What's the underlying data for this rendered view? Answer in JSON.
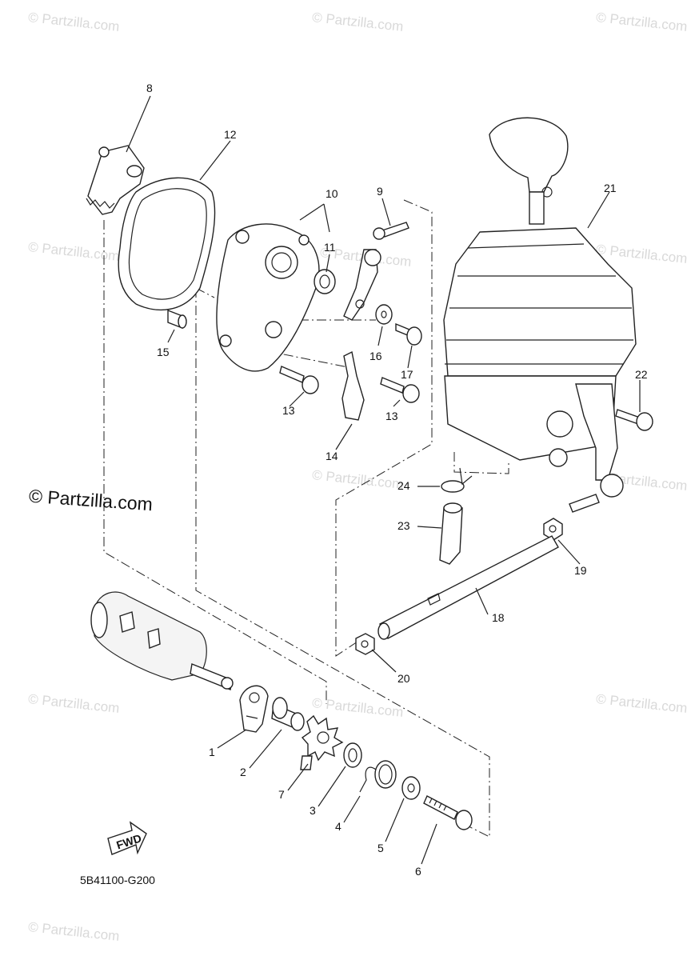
{
  "watermarks": [
    "© Partzilla.com",
    "© Partzilla.com",
    "© Partzilla.com",
    "© Partzilla.com",
    "© Partzilla.com",
    "© Partzilla.com",
    "© Partzilla.com",
    "© Partzilla.com",
    "© Partzilla.com",
    "© Partzilla.com",
    "© Partzilla.com",
    "© Partzilla.com"
  ],
  "brand_watermark": "© Partzilla.com",
  "diagram_code": "5B41100-G200",
  "fwd_label": "FWD",
  "callouts": {
    "c1": "1",
    "c2": "2",
    "c3": "3",
    "c4": "4",
    "c5": "5",
    "c6": "6",
    "c7": "7",
    "c8": "8",
    "c9": "9",
    "c10": "10",
    "c11": "11",
    "c12": "12",
    "c13a": "13",
    "c13b": "13",
    "c14": "14",
    "c15": "15",
    "c16": "16",
    "c17": "17",
    "c18": "18",
    "c19": "19",
    "c20": "20",
    "c21": "21",
    "c22": "22",
    "c23": "23",
    "c24": "24"
  }
}
